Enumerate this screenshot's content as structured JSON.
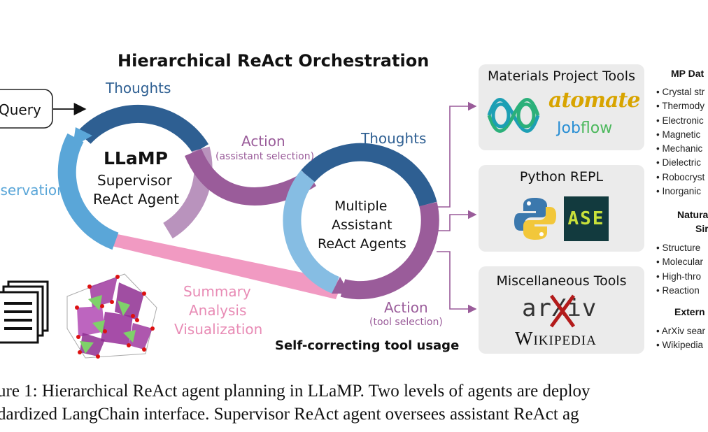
{
  "diagram": {
    "title": "Hierarchical ReAct Orchestration",
    "query_label": "Query",
    "observation_label": "Observation",
    "supervisor": {
      "name": "LLaMP",
      "line1": "Supervisor",
      "line2": "ReAct Agent",
      "thoughts_label": "Thoughts"
    },
    "action_top": {
      "label": "Action",
      "sub": "(assistant selection)"
    },
    "assistants": {
      "line1": "Multiple",
      "line2": "Assistant",
      "line3": "ReAct Agents",
      "thoughts_label": "Thoughts"
    },
    "action_bottom": {
      "label": "Action",
      "sub": "(tool selection)"
    },
    "summary": {
      "line1": "Summary",
      "line2": "Analysis",
      "line3": "Visualization"
    },
    "self_correcting": "Self-correcting tool usage",
    "colors": {
      "dark_blue": "#2e5f92",
      "light_blue": "#5aa6d8",
      "purple": "#9a5c9a",
      "light_purple": "#b993bd",
      "pink": "#ef8fbb",
      "pink_text": "#e88bb5",
      "panel_bg": "#ebebeb",
      "connector": "#9a5c9a"
    }
  },
  "tools": {
    "mp": {
      "title": "Materials Project Tools",
      "atomate": "atomate",
      "jobflow_a": "Job",
      "jobflow_b": "flow"
    },
    "python": {
      "title": "Python REPL",
      "ase": "ASE"
    },
    "misc": {
      "title": "Miscellaneous Tools",
      "arxiv": "arXiv",
      "wikipedia": "Wikipedia"
    }
  },
  "sidebar": {
    "mp_heading": "MP Dat",
    "mp_items": [
      "• Crystal str",
      "• Thermody",
      "• Electronic",
      "• Magnetic",
      "• Mechanic",
      "• Dielectric",
      "• Robocryst",
      "• Inorganic"
    ],
    "nat_heading_1": "Natura",
    "nat_heading_2": "Sir",
    "nat_items": [
      "• Structure",
      "• Molecular",
      "• High-thro",
      "• Reaction"
    ],
    "ext_heading": "Extern",
    "ext_items": [
      "• ArXiv sear",
      "• Wikipedia"
    ]
  },
  "caption": {
    "line1": "ure 1: Hierarchical ReAct agent planning in LLaMP. Two levels of agents are deploy",
    "line2": "dardized LangChain interface.  Supervisor ReAct agent oversees assistant ReAct ag"
  }
}
